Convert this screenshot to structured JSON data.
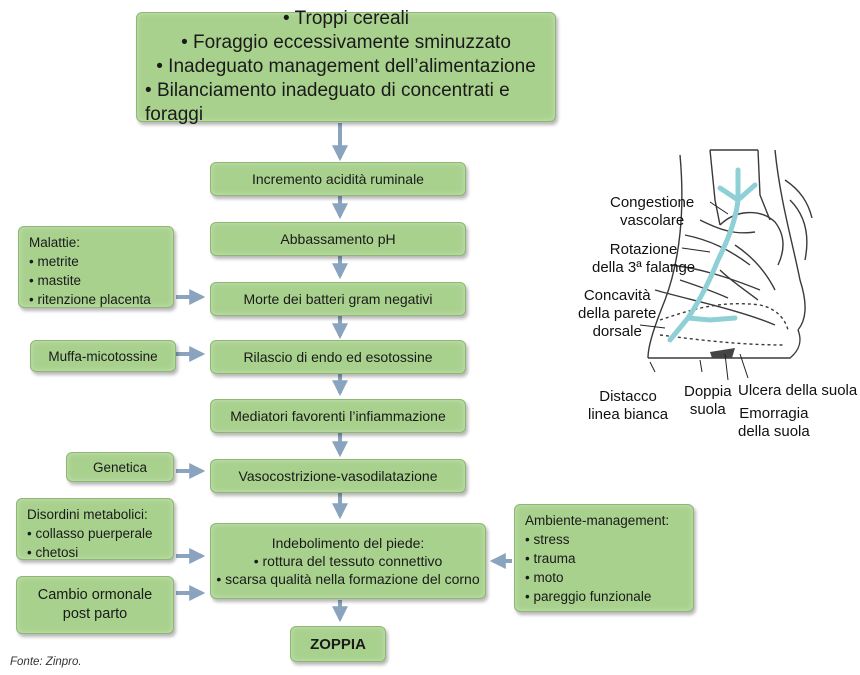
{
  "flow": {
    "causes": [
      "Troppi cereali",
      "Foraggio eccessivamente sminuzzato",
      "Inadeguato management dell’alimentazione",
      "Bilanciamento inadeguato di concentrati e foraggi"
    ],
    "steps": [
      "Incremento acidità ruminale",
      "Abbassamento pH",
      "Morte dei batteri gram negativi",
      "Rilascio di endo ed esotossine",
      "Mediatori favorenti l’infiammazione",
      "Vasocostrizione-vasodilatazione"
    ],
    "weakening": {
      "title": "Indebolimento del piede:",
      "items": [
        "rottura del tessuto connettivo",
        "scarsa qualità nella formazione del corno"
      ]
    },
    "result": "ZOPPIA"
  },
  "side": {
    "malattie": {
      "title": "Malattie:",
      "items": [
        "metrite",
        "mastite",
        "ritenzione placenta"
      ]
    },
    "muffa": "Muffa-micotossine",
    "genetica": "Genetica",
    "disordini": {
      "title": "Disordini metabolici:",
      "items": [
        "collasso puerperale",
        "chetosi"
      ]
    },
    "cambio": [
      "Cambio ormonale",
      "post parto"
    ],
    "ambiente": {
      "title": "Ambiente-management:",
      "items": [
        "stress",
        "trauma",
        "moto",
        "pareggio funzionale"
      ]
    }
  },
  "hoof": {
    "congestione": [
      "Congestione",
      "vascolare"
    ],
    "rotazione": [
      "Rotazione",
      "della 3ª falange"
    ],
    "concavita": [
      "Concavità",
      "della parete",
      "dorsale"
    ],
    "distacco": [
      "Distacco",
      "linea bianca"
    ],
    "doppia": [
      "Doppia",
      "suola"
    ],
    "ulcera": "Ulcera della suola",
    "emorragia": [
      "Emorragia",
      "della suola"
    ]
  },
  "source": "Fonte: Zinpro.",
  "colors": {
    "box_fill": "#a9d18e",
    "arrow": "#8aa4bf",
    "vascular": "#8ed0d6"
  }
}
